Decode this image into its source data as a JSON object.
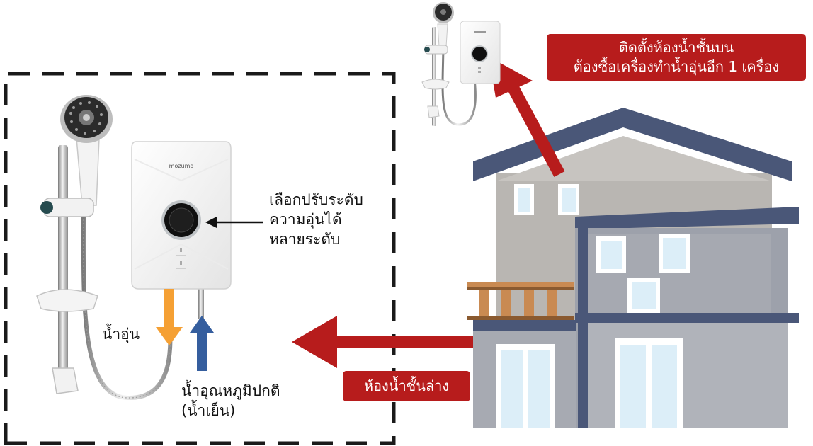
{
  "heater_brand": "mozumo",
  "adjust_label": {
    "line1": "เลือกปรับระดับ",
    "line2": "ความอุ่นได้",
    "line3": "หลายระดับ"
  },
  "hot_water_label": "น้ำอุ่น",
  "normal_water_label": {
    "line1": "น้ำอุณหภูมิปกติ",
    "line2": "(น้ำเย็น)"
  },
  "upper_floor_callout": {
    "line1": "ติดตั้งห้องน้ำชั้นบน",
    "line2": "ต้องซื้อเครื่องทำน้ำอุ่นอีก 1 เครื่อง"
  },
  "lower_floor_callout": "ห้องน้ำชั้นล่าง",
  "colors": {
    "accent_red": "#b71c1c",
    "hot_arrow": "#f5a034",
    "cold_arrow": "#355e9e",
    "roof": "#4a5778",
    "wall": "#b9b6b2",
    "window": "#dceef8"
  },
  "icons": [
    "shower-head-icon",
    "water-heater-icon",
    "house-icon"
  ]
}
